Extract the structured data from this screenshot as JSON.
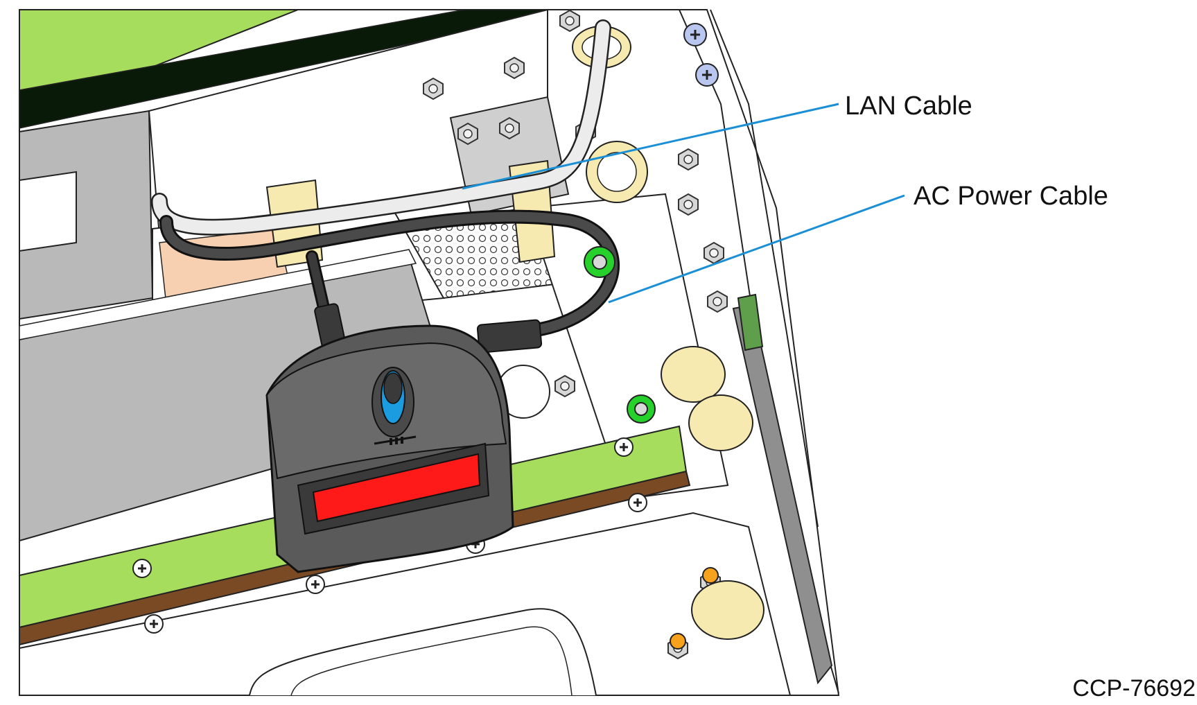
{
  "callouts": {
    "lan_cable": "LAN Cable",
    "ac_power_cable": "AC Power Cable"
  },
  "figure_id": "CCP-76692",
  "colors": {
    "callout_line": "#1a8fd6",
    "panel_green": "#a6dd5c",
    "scanner_window": "#ff1a1a",
    "scanner_button": "#1b9be0",
    "cable_clip": "#f6eab0",
    "ground_terminal": "#25d12a",
    "chassis_gray": "#b9b9b9"
  }
}
